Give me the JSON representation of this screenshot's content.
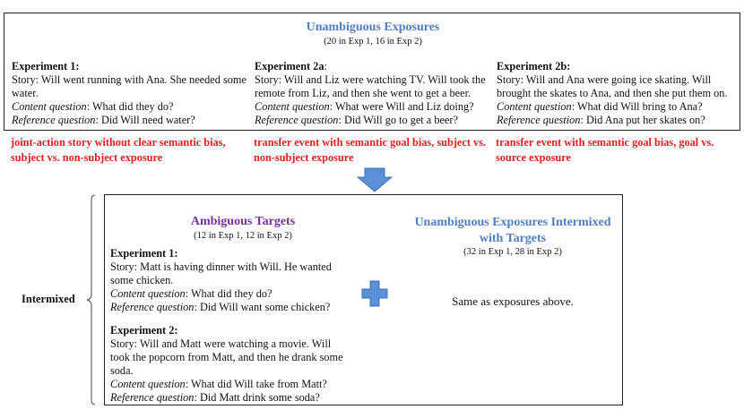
{
  "top": {
    "title": "Unambiguous Exposures",
    "subtitle": "(20 in Exp 1, 16 in Exp 2)",
    "experiments": [
      {
        "heading": "Experiment 1:",
        "story": "Story: Will went running with Ana. She needed some water.",
        "content_label": "Content question",
        "content_text": ": What did they do?",
        "reference_label": "Reference question",
        "reference_text": ": Did Will need water?"
      },
      {
        "heading": "Experiment 2a",
        "heading_suffix": ":",
        "story": "Story: Will and Liz were watching TV. Will took the remote from Liz, and then she went to get a beer.",
        "content_label": "Content question",
        "content_text": ": What were Will and Liz doing?",
        "reference_label": "Reference question",
        "reference_text": ": Did Will go to get a beer?"
      },
      {
        "heading": "Experiment 2b:",
        "story": "Story: Will and Ana were going ice skating. Will brought the skates to Ana, and then she put them on.",
        "content_label": "Content question",
        "content_text": ": What did Will bring to Ana?",
        "reference_label": "Reference question",
        "reference_text": ": Did Ana put her skates on?"
      }
    ],
    "notes": [
      "joint-action story without clear semantic bias, subject vs. non-subject exposure",
      "transfer event with semantic goal bias, subject vs. non-subject exposure",
      "transfer event with semantic goal bias, goal vs. source exposure"
    ]
  },
  "bottom": {
    "left_title": "Ambiguous Targets",
    "left_subtitle": "(12 in Exp 1, 12 in Exp 2)",
    "experiments": [
      {
        "heading": "Experiment 1:",
        "story": "Story: Matt is having dinner with Will. He wanted some chicken.",
        "content_label": "Content question",
        "content_text": ": What did they do?",
        "reference_label": "Reference question",
        "reference_text": ": Did Will want some chicken?"
      },
      {
        "heading": "Experiment 2:",
        "story": "Story: Will and Matt were watching a movie. Will took the popcorn from Matt, and then he drank some soda.",
        "content_label": "Content question",
        "content_text": ": What did Will take from Matt?",
        "reference_label": "Reference question",
        "reference_text": ": Did Matt drink some soda?"
      }
    ],
    "right_title": "Unambiguous Exposures Intermixed with Targets",
    "right_subtitle": "(32 in Exp 1, 28 in Exp 2)",
    "right_text": "Same as exposures above."
  },
  "side_label": "Intermixed",
  "colors": {
    "blue_title": "#4f7ec4",
    "purple_title": "#7a2f9a",
    "red_note": "#e02020",
    "arrow": "#5b8fd6",
    "plus": "#5b8fd6"
  },
  "icons": [
    "down-arrow-icon",
    "plus-icon",
    "left-brace-icon"
  ]
}
